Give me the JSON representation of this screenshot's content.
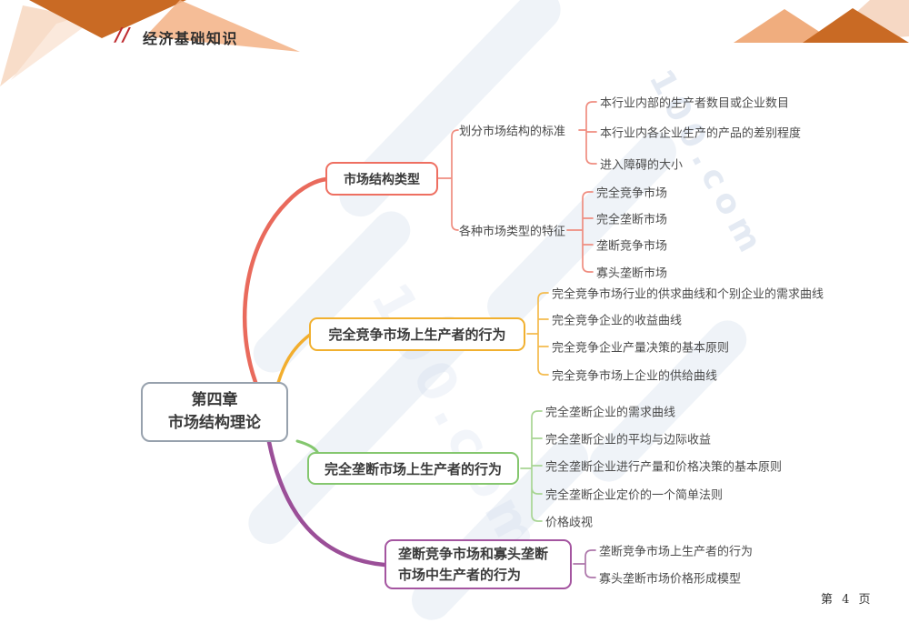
{
  "header": {
    "marker": "//",
    "title": "经济基础知识"
  },
  "footer": {
    "page_label": "第 4 页"
  },
  "watermark": {
    "text": "100.com"
  },
  "center": {
    "line1": "第四章",
    "line2": "市场结构理论"
  },
  "colors": {
    "branch1": "#e96a5c",
    "branch2": "#f2ae2e",
    "branch3": "#84c76e",
    "branch4": "#9b4f98",
    "center_border": "#97a1ad",
    "header_accent": "#bf2b2f",
    "deco_dark_orange": "#c96a24",
    "deco_light_orange": "#f0ad7e",
    "deco_pale_orange": "#f6d8c4"
  },
  "branches": [
    {
      "label": "市场结构类型",
      "color": "#e96a5c",
      "groups": [
        {
          "label": "划分市场结构的标准",
          "leaves": [
            "本行业内部的生产者数目或企业数目",
            "本行业内各企业生产的产品的差别程度",
            "进入障碍的大小"
          ]
        },
        {
          "label": "各种市场类型的特征",
          "leaves": [
            "完全竞争市场",
            "完全垄断市场",
            "垄断竞争市场",
            "寡头垄断市场"
          ]
        }
      ]
    },
    {
      "label": "完全竞争市场上生产者的行为",
      "color": "#f2ae2e",
      "leaves": [
        "完全竞争市场行业的供求曲线和个别企业的需求曲线",
        "完全竞争企业的收益曲线",
        "完全竞争企业产量决策的基本原则",
        "完全竞争市场上企业的供给曲线"
      ]
    },
    {
      "label": "完全垄断市场上生产者的行为",
      "color": "#84c76e",
      "leaves": [
        "完全垄断企业的需求曲线",
        "完全垄断企业的平均与边际收益",
        "完全垄断企业进行产量和价格决策的基本原则",
        "完全垄断企业定价的一个简单法则",
        "价格歧视"
      ]
    },
    {
      "label_line1": "垄断竞争市场和寡头垄断",
      "label_line2": "市场中生产者的行为",
      "color": "#9b4f98",
      "leaves": [
        "垄断竞争市场上生产者的行为",
        "寡头垄断市场价格形成模型"
      ]
    }
  ]
}
